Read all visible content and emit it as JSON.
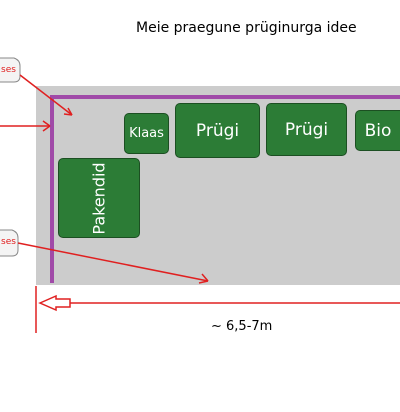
{
  "title": "Meie praegune prüginurga idee",
  "bins": {
    "klaas": "Klaas",
    "prygi_1": "Prügi",
    "prygi_2": "Prügi",
    "bio": "Bio",
    "pakendid": "Pakendid"
  },
  "callouts": [
    "ses",
    "ses"
  ],
  "measurement": "~  6,5-7m",
  "colors": {
    "area_fill": "#cccccc",
    "wall": "#a04aa8",
    "bin_fill": "#2c7c36",
    "annotation": "#e02020"
  }
}
